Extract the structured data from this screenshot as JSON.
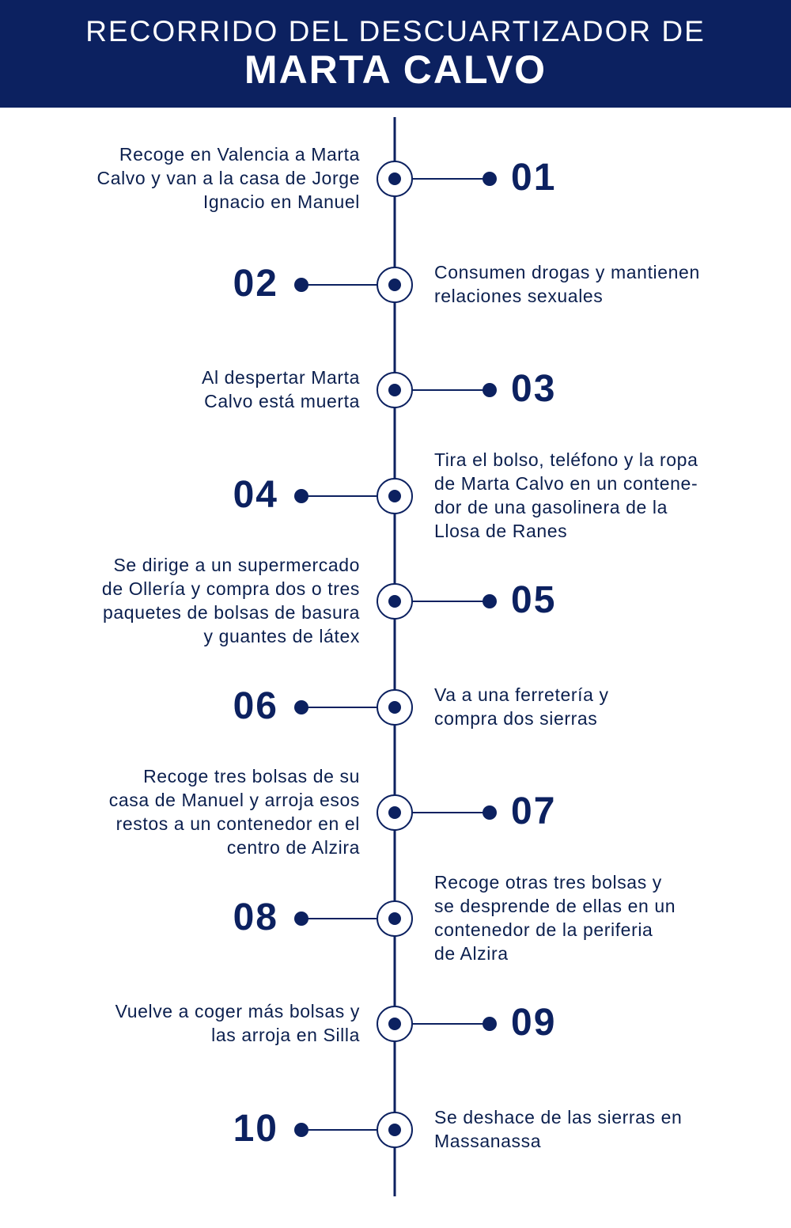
{
  "header": {
    "subtitle": "RECORRIDO DEL DESCUARTIZADOR DE",
    "title": "MARTA CALVO"
  },
  "colors": {
    "navy": "#0c2160",
    "background": "#ffffff"
  },
  "steps": [
    {
      "number": "01",
      "side": "left",
      "text": "Recoge en Valencia a Marta\nCalvo y van a la casa de Jorge\nIgnacio en Manuel"
    },
    {
      "number": "02",
      "side": "right",
      "text": "Consumen drogas y mantienen\nrelaciones sexuales"
    },
    {
      "number": "03",
      "side": "left",
      "text": "Al despertar Marta\nCalvo está muerta"
    },
    {
      "number": "04",
      "side": "right",
      "text": "Tira el bolso, teléfono y la ropa\nde Marta Calvo en un contene-\ndor de una gasolinera de la\nLlosa de Ranes"
    },
    {
      "number": "05",
      "side": "left",
      "text": "Se dirige a un supermercado\nde Ollería y compra dos o tres\npaquetes de bolsas de basura\ny guantes de látex"
    },
    {
      "number": "06",
      "side": "right",
      "text": "Va a una ferretería y\ncompra dos sierras"
    },
    {
      "number": "07",
      "side": "left",
      "text": "Recoge tres bolsas de su\ncasa de Manuel y arroja esos\nrestos a un contenedor en el\ncentro de Alzira"
    },
    {
      "number": "08",
      "side": "right",
      "text": "Recoge otras tres bolsas y\nse desprende de ellas en un\ncontenedor de la periferia\nde Alzira"
    },
    {
      "number": "09",
      "side": "left",
      "text": "Vuelve a coger más bolsas y\nlas arroja en Silla"
    },
    {
      "number": "10",
      "side": "right",
      "text": "Se deshace de las sierras en\nMassanassa"
    }
  ]
}
